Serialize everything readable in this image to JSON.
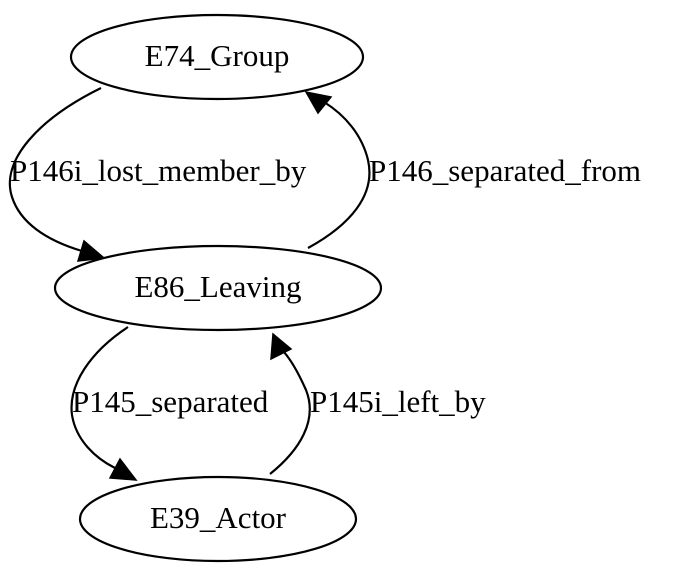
{
  "nodes": {
    "group": {
      "label": "E74_Group"
    },
    "leaving": {
      "label": "E86_Leaving"
    },
    "actor": {
      "label": "E39_Actor"
    }
  },
  "edges": {
    "lost_member_by": {
      "label": "P146i_lost_member_by",
      "from": "E74_Group",
      "to": "E86_Leaving"
    },
    "separated_from": {
      "label": "P146_separated_from",
      "from": "E86_Leaving",
      "to": "E74_Group"
    },
    "separated": {
      "label": "P145_separated",
      "from": "E86_Leaving",
      "to": "E39_Actor"
    },
    "left_by": {
      "label": "P145i_left_by",
      "from": "E39_Actor",
      "to": "E86_Leaving"
    }
  },
  "colors": {
    "stroke": "#000000",
    "fill": "#ffffff",
    "text": "#000000"
  }
}
